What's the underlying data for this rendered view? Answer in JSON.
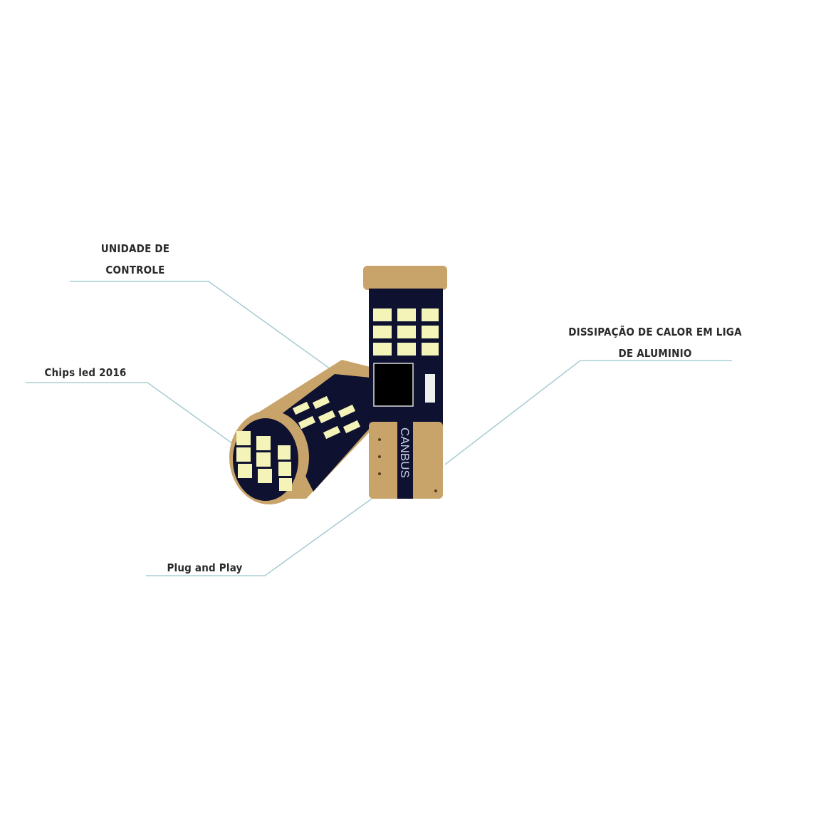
{
  "labels": {
    "control_unit": {
      "line1": "UNIDADE DE",
      "line2": "CONTROLE"
    },
    "chips": {
      "text": "Chips led 2016"
    },
    "heat": {
      "line1": "DISSIPAÇÃO DE CALOR EM LIGA",
      "line2": "DE ALUMINIO"
    },
    "plug": {
      "text": "Plug and Play"
    }
  },
  "product": {
    "pcb_text": "CANBUS"
  },
  "colors": {
    "leader": "#a9cfd3",
    "gold": "#c9a46a",
    "pcb": "#0e1230",
    "led": "#f4f4b8"
  }
}
